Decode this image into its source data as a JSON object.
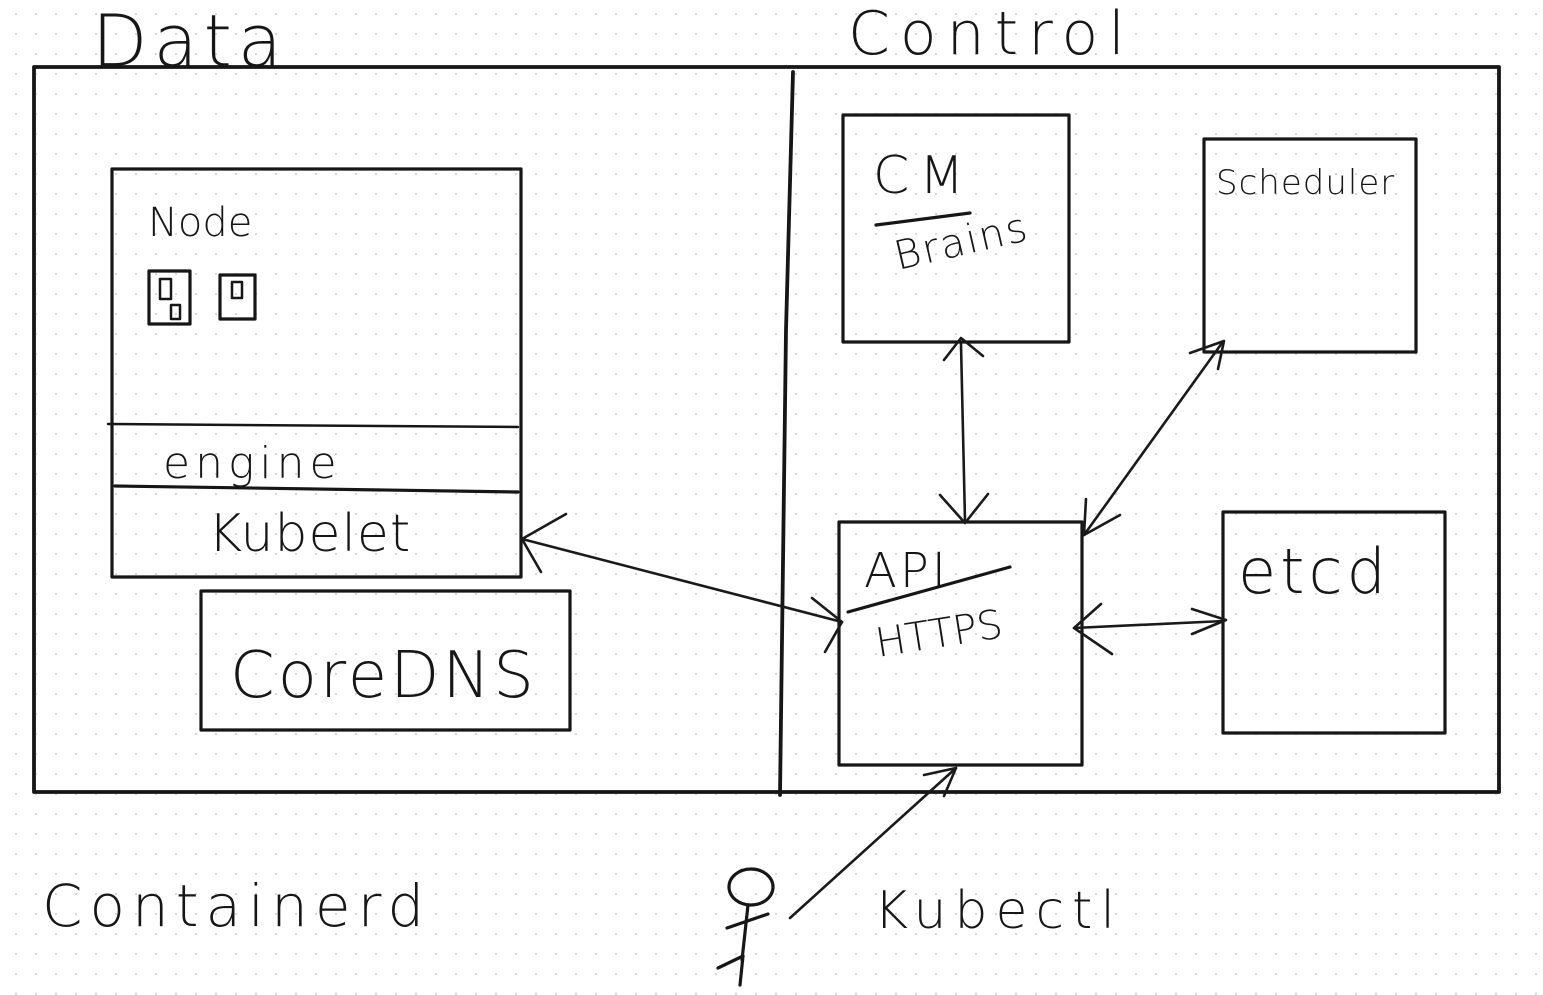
{
  "sections": {
    "data_label": "Data",
    "control_label": "Control"
  },
  "node": {
    "title": "Node",
    "engine_label": "engine",
    "kubelet_label": "Kubelet"
  },
  "coredns": {
    "label": "CoreDNS"
  },
  "containerd": {
    "label": "Containerd"
  },
  "cm": {
    "title": "CM",
    "subtitle": "Brains"
  },
  "scheduler": {
    "label": "Scheduler"
  },
  "api": {
    "title": "API",
    "subtitle": "HTTPS"
  },
  "etcd": {
    "label": "etcd"
  },
  "user": {
    "icon": "stick-figure-icon",
    "label": "Kubectl"
  },
  "connections": [
    {
      "from": "kubelet",
      "to": "api",
      "direction": "bidirectional"
    },
    {
      "from": "cm",
      "to": "api",
      "direction": "bidirectional"
    },
    {
      "from": "scheduler",
      "to": "api",
      "direction": "bidirectional"
    },
    {
      "from": "api",
      "to": "etcd",
      "direction": "bidirectional"
    },
    {
      "from": "user",
      "to": "api",
      "direction": "to"
    }
  ]
}
